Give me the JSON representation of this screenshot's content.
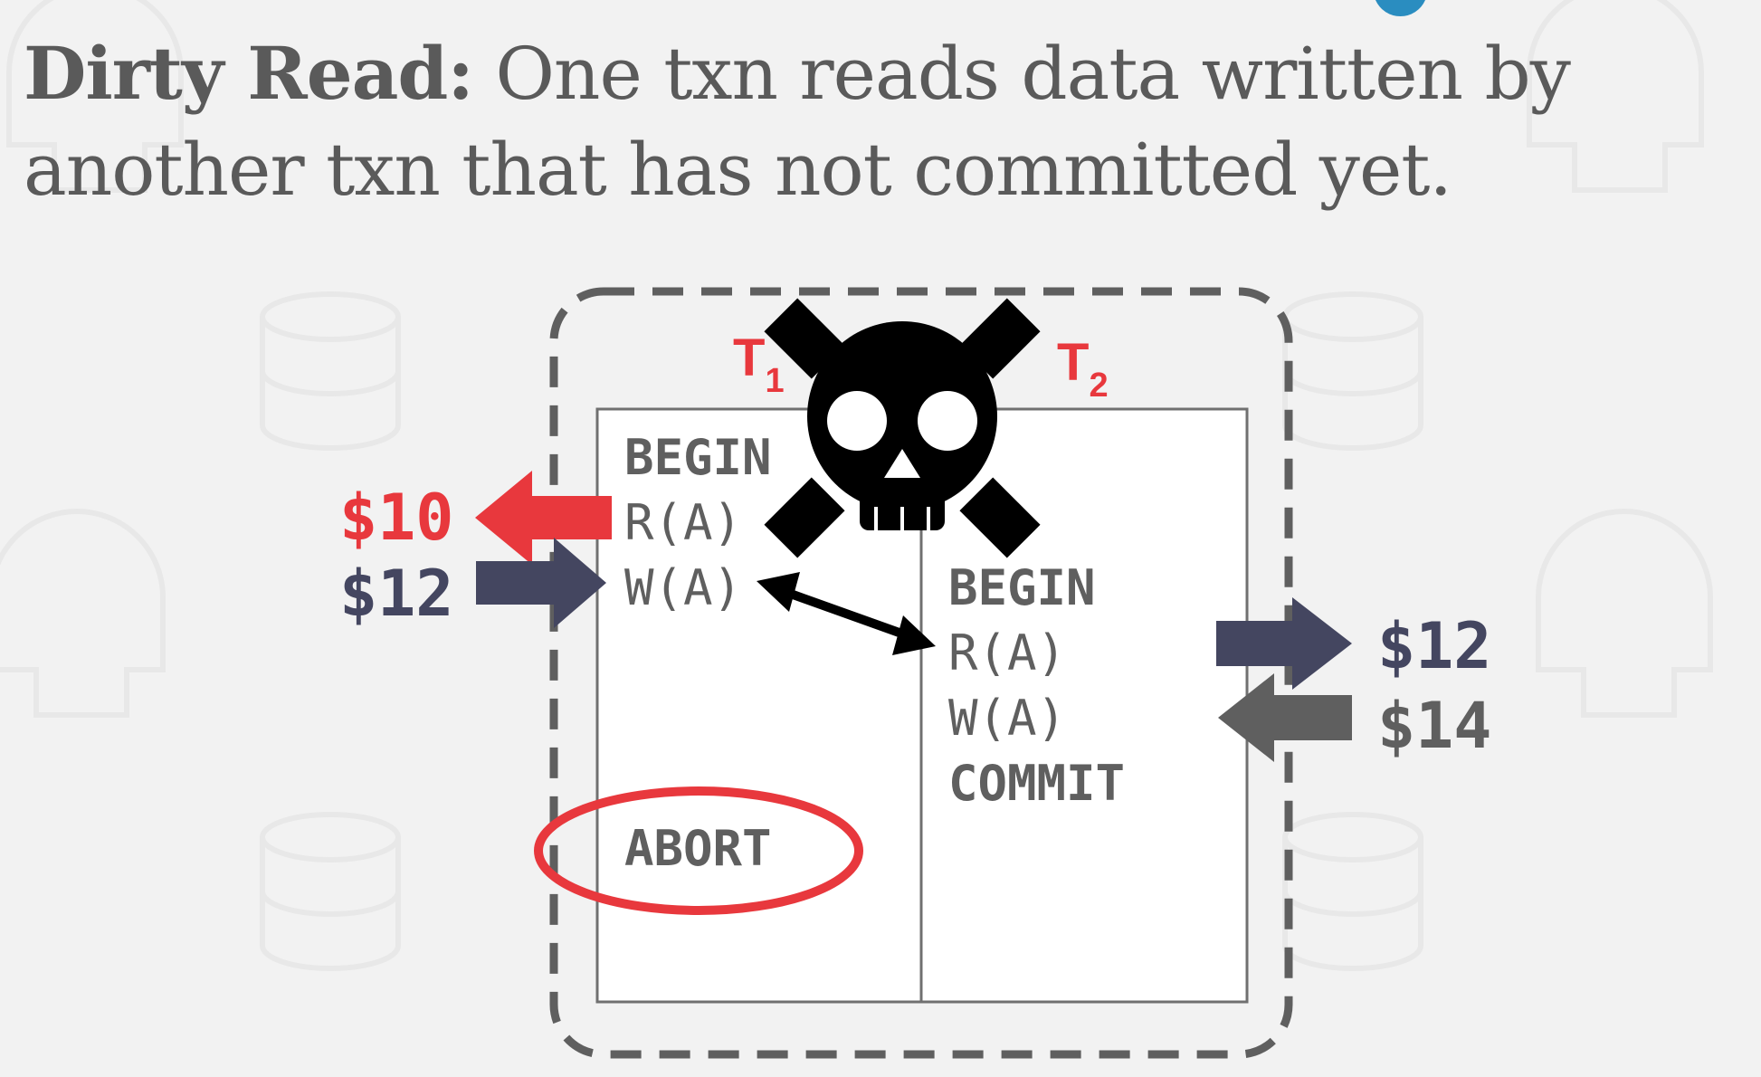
{
  "title": {
    "term": "Dirty Read:",
    "line1_rest": "One txn reads data written by",
    "line2": "another txn that has not committed yet."
  },
  "transactions": {
    "t1": {
      "label": "T",
      "sub": "1",
      "ops": [
        "BEGIN",
        "R(A)",
        "W(A)"
      ],
      "abort": "ABORT"
    },
    "t2": {
      "label": "T",
      "sub": "2",
      "ops": [
        "BEGIN",
        "R(A)",
        "W(A)",
        "COMMIT"
      ]
    }
  },
  "values": {
    "t1_read": "$10",
    "t1_write": "$12",
    "t2_read": "$12",
    "t2_write": "$14"
  },
  "icons": {
    "skull": "skull-crossbones-icon",
    "background": "database-and-skull-watermark"
  },
  "colors": {
    "text": "#5a5a5a",
    "red": "#e8383d",
    "navy": "#444660",
    "black": "#000000",
    "gray_arrow": "#5f5f5f",
    "background": "#f2f2f2",
    "accent_blue": "#2a8dc0"
  }
}
